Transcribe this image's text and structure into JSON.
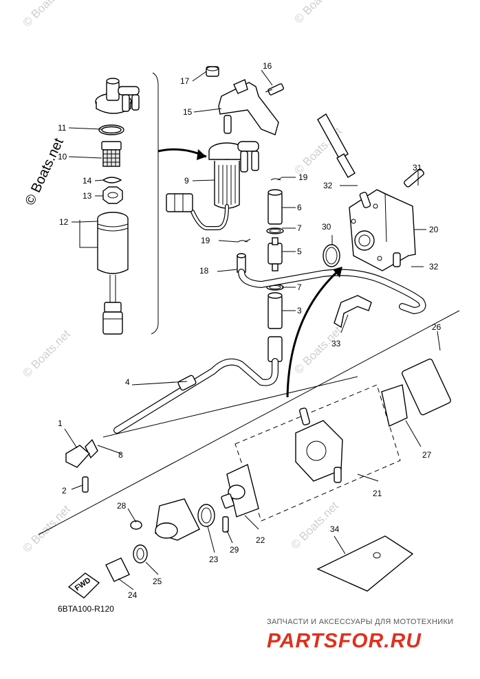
{
  "diagram_code": "6BTA100-R120",
  "fwd_label": "FWD",
  "watermark": "© Boats.net",
  "footer": {
    "tagline": "ЗАПЧАСТИ И АКСЕССУАРЫ ДЛЯ МОТОТЕХНИКИ",
    "brand": "PARTSFOR.RU"
  },
  "callouts": [
    "1",
    "2",
    "3",
    "4",
    "5",
    "6",
    "7",
    "7",
    "8",
    "9",
    "10",
    "11",
    "12",
    "13",
    "14",
    "15",
    "16",
    "17",
    "18",
    "19",
    "19",
    "20",
    "21",
    "22",
    "23",
    "24",
    "25",
    "26",
    "27",
    "28",
    "29",
    "30",
    "31",
    "32",
    "32",
    "33",
    "34"
  ]
}
